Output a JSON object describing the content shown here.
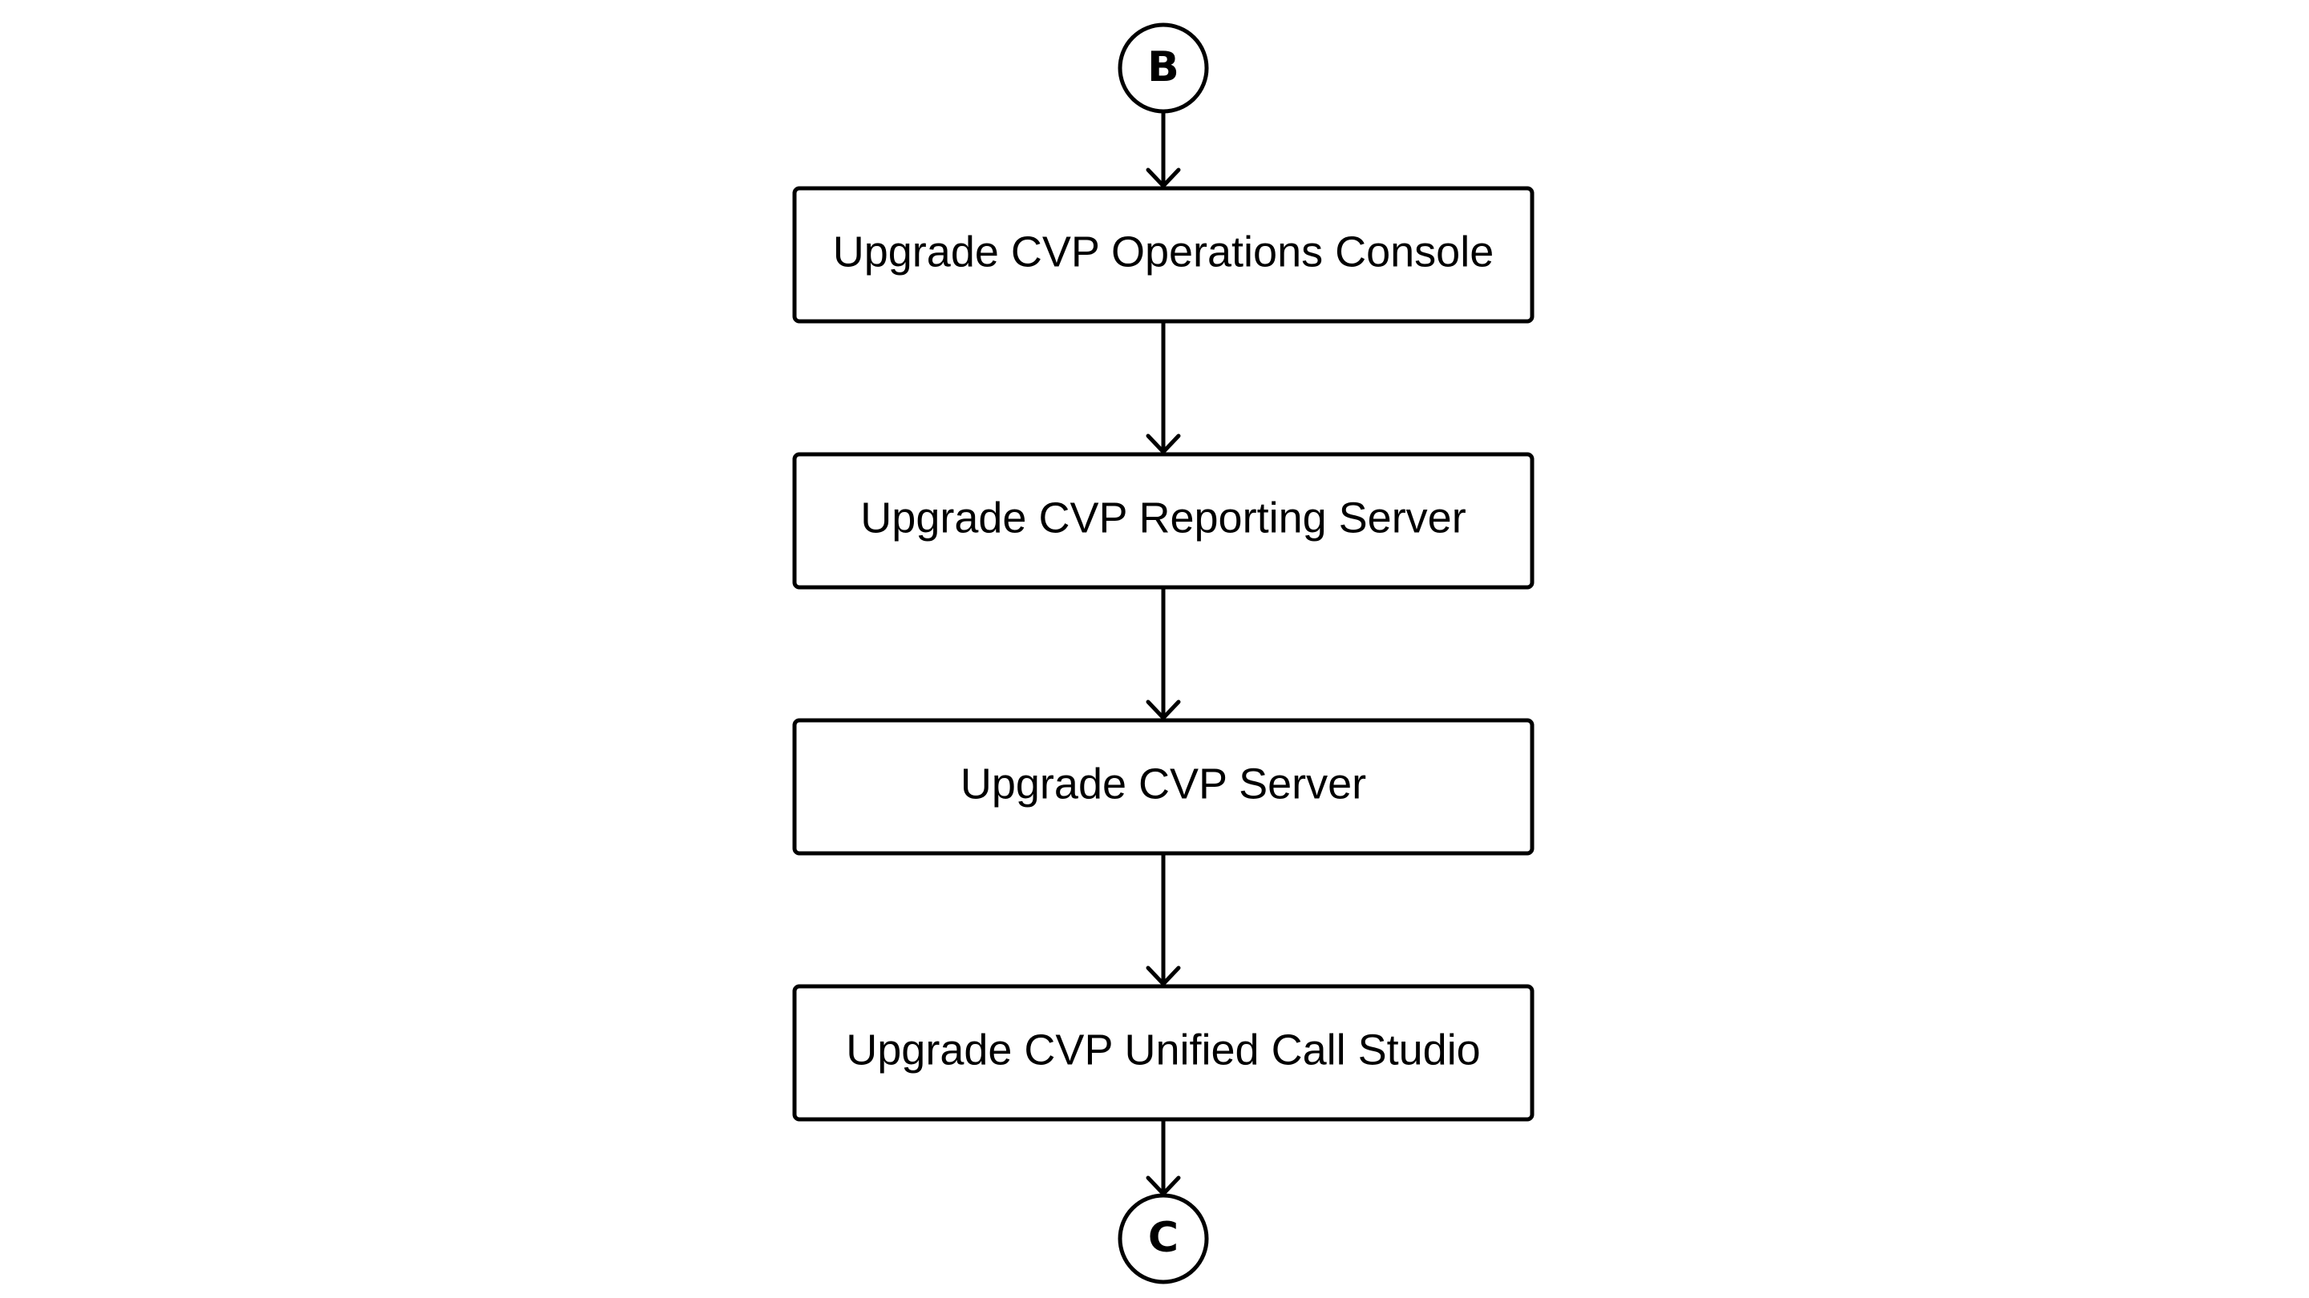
{
  "diagram": {
    "start_connector": {
      "label": "B"
    },
    "end_connector": {
      "label": "C"
    },
    "steps": [
      {
        "label": "Upgrade CVP Operations Console"
      },
      {
        "label": "Upgrade CVP Reporting Server"
      },
      {
        "label": "Upgrade CVP Server"
      },
      {
        "label": "Upgrade CVP Unified Call Studio"
      }
    ],
    "colors": {
      "stroke": "#000000",
      "background": "#ffffff"
    }
  }
}
